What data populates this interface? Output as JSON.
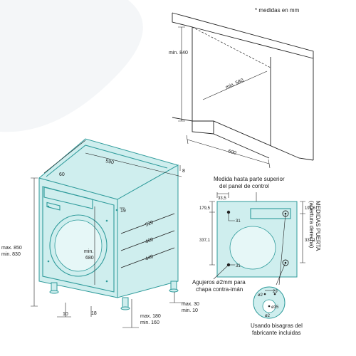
{
  "note": "* medidas en mm",
  "cabinet": {
    "min_840": "min. 840",
    "min_580": "min. 580",
    "d_600": "600"
  },
  "machine": {
    "w_590": "590",
    "d_60": "60",
    "d_8": "8",
    "d_19": "19",
    "max_850": "max. 850",
    "min_830": "min. 830",
    "min_680_a": "min.",
    "min_680_b": "680",
    "d_520": "520",
    "d_460": "460",
    "d_440": "440",
    "max_30": "max. 30",
    "min_10": "min. 10",
    "max_180": "max. 180",
    "min_160": "min. 160",
    "d_10": "10",
    "d_18": "18"
  },
  "door": {
    "medida_l1": "Medida hasta parte superior",
    "medida_l2": "del panel de control",
    "d_33_5": "33,5",
    "d_179_5": "179,5",
    "d_31_a": "31",
    "d_337_1_left": "337,1",
    "d_31_b": "31",
    "d_191_6": "191,6",
    "d_337_1_right": "337,1",
    "side_l1": "MEDIDAS PUERTA",
    "side_l2": "(apertura derecha)",
    "holes_l1": "Agujeros ø2mm para",
    "holes_l2": "chapa contra-imán",
    "bis_29": "29",
    "bis_2_a": "ø2",
    "bis_35": "ø35",
    "bis_2_b": "ø2",
    "hinge_l1": "Usando bisagras del",
    "hinge_l2": "fabricante incluidas"
  },
  "colors": {
    "accent": "#2f9b9b",
    "fill": "#cfeeee"
  }
}
